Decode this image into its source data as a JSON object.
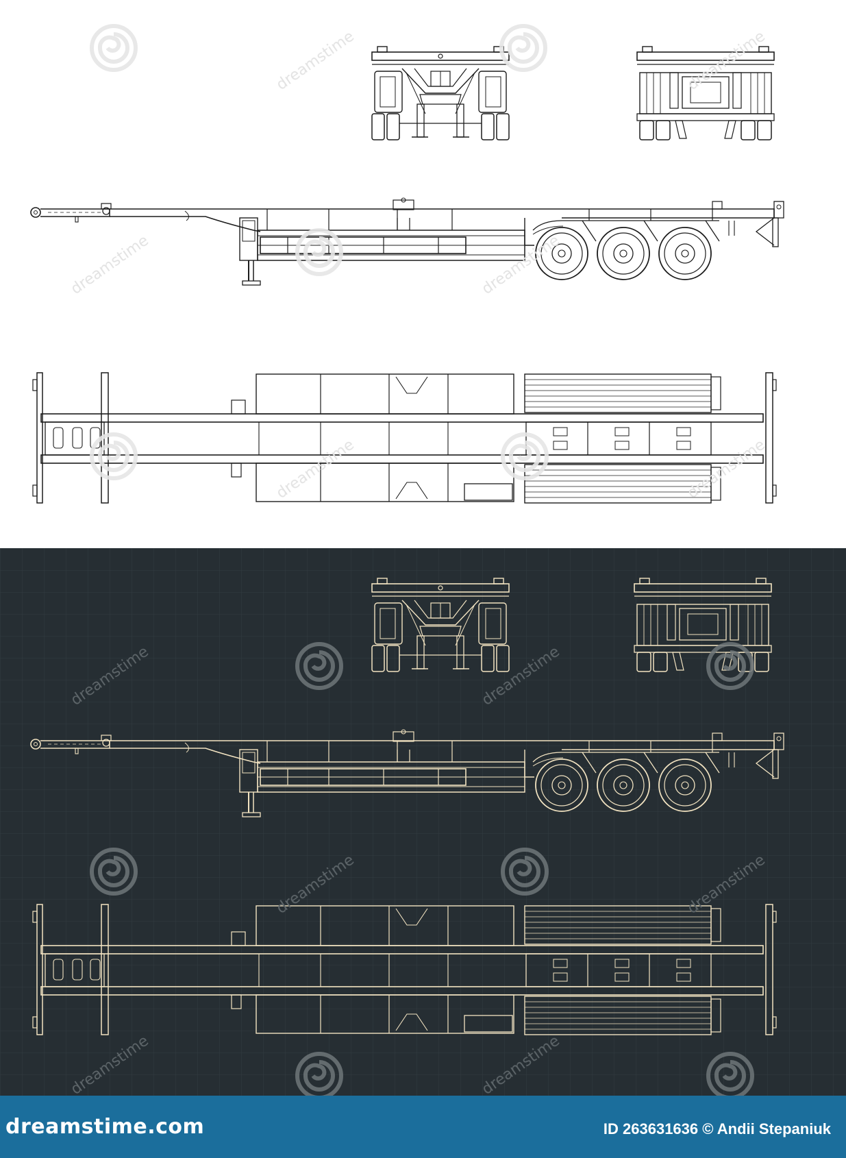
{
  "watermark": {
    "text": "dreamstime"
  },
  "footer": {
    "brand": "dreamstime.com",
    "credit": "ID 263631636 © Andii Stepaniuk"
  },
  "colors": {
    "light_line": "#1c1c1c",
    "dark_bg": "#262e33",
    "dark_grid": "#333c42",
    "dark_line": "#f3e4c2",
    "footer_bg": "#1b6e9c"
  },
  "views": [
    "front-view",
    "rear-view",
    "side-view",
    "top-view"
  ]
}
